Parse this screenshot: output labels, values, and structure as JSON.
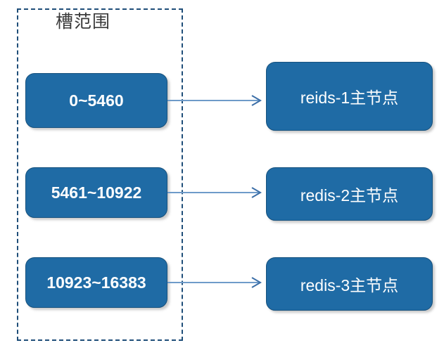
{
  "diagram": {
    "title": "槽范围",
    "group_border_color": "#1F4E79",
    "node_fill_color": "#1F6BA5",
    "node_border_color": "#17527E",
    "arrow_color": "#4A7EBB",
    "rows": [
      {
        "slot_label": "0~5460",
        "server_label": "reids-1主节点"
      },
      {
        "slot_label": "5461~10922",
        "server_label": "redis-2主节点"
      },
      {
        "slot_label": "10923~16383",
        "server_label": "redis-3主节点"
      }
    ]
  }
}
